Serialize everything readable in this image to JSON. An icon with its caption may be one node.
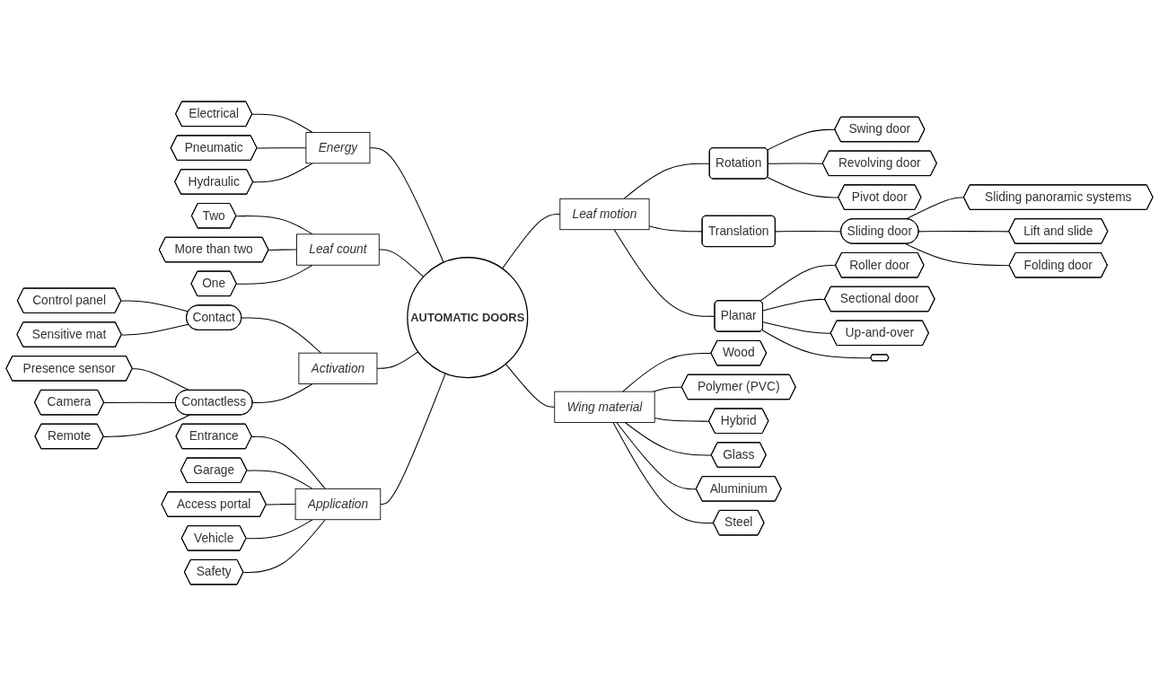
{
  "diagram": {
    "nodes": [
      {
        "text": [
          "AUTOMATIC DOORS"
        ]
      },
      {
        "text": [
          "Energy"
        ]
      },
      {
        "text": [
          "Electrical"
        ]
      },
      {
        "text": [
          "Pneumatic"
        ]
      },
      {
        "text": [
          "Hydraulic"
        ]
      },
      {
        "text": [
          "Leaf count"
        ]
      },
      {
        "text": [
          "Two"
        ]
      },
      {
        "text": [
          "More than two"
        ]
      },
      {
        "text": [
          "One"
        ]
      },
      {
        "text": [
          "Leaf motion"
        ]
      },
      {
        "text": [
          "Rotation"
        ]
      },
      {
        "text": [
          "Swing door"
        ]
      },
      {
        "text": [
          "Revolving door"
        ]
      },
      {
        "text": [
          "Pivot door"
        ]
      },
      {
        "text": [
          "Translation"
        ]
      },
      {
        "text": [
          "Sliding door"
        ]
      },
      {
        "text": [
          "Sliding panoramic systems"
        ]
      },
      {
        "text": [
          "Lift and slide"
        ]
      },
      {
        "text": [
          "Folding door"
        ]
      },
      {
        "text": [
          "Planar"
        ]
      },
      {
        "text": [
          "Roller door"
        ]
      },
      {
        "text": [
          "Sectional door"
        ]
      },
      {
        "text": [
          "Up-and-over"
        ]
      },
      {
        "text": [],
        "shape": "octagon"
      },
      {
        "text": [
          "Activation"
        ]
      },
      {
        "text": [
          "Contact"
        ]
      },
      {
        "text": [
          "Control panel"
        ]
      },
      {
        "text": [
          "Sensitive mat"
        ]
      },
      {
        "text": [
          "Contactless"
        ]
      },
      {
        "text": [
          "Presence sensor"
        ]
      },
      {
        "text": [
          "Camera"
        ]
      },
      {
        "text": [
          "Remote"
        ]
      },
      {
        "text": [
          "Application"
        ]
      },
      {
        "text": [
          "Entrance"
        ]
      },
      {
        "text": [
          "Garage"
        ]
      },
      {
        "text": [
          "Access portal"
        ]
      },
      {
        "text": [
          "Vehicle"
        ]
      },
      {
        "text": [
          "Safety"
        ]
      },
      {
        "text": [
          "Wing material"
        ]
      },
      {
        "text": [
          "Wood"
        ]
      },
      {
        "text": [
          "Polymer (PVC)"
        ]
      },
      {
        "text": [
          "Hybrid"
        ]
      },
      {
        "text": [
          "Glass"
        ]
      },
      {
        "text": [
          "Aluminium"
        ]
      },
      {
        "text": [
          "Steel"
        ]
      }
    ],
    "edges": [
      {
        "from": 0,
        "to": 1,
        "arrow": "none"
      },
      {
        "from": 1,
        "to": 2,
        "arrow": "none"
      },
      {
        "from": 1,
        "to": 3,
        "arrow": "none"
      },
      {
        "from": 1,
        "to": 4,
        "arrow": "none"
      },
      {
        "from": 0,
        "to": 5,
        "arrow": "none"
      },
      {
        "from": 5,
        "to": 6,
        "arrow": "none"
      },
      {
        "from": 5,
        "to": 7,
        "arrow": "none"
      },
      {
        "from": 5,
        "to": 8,
        "arrow": "none"
      },
      {
        "from": 0,
        "to": 9,
        "arrow": "none"
      },
      {
        "from": 9,
        "to": 10,
        "arrow": "none"
      },
      {
        "from": 10,
        "to": 11,
        "arrow": "none"
      },
      {
        "from": 10,
        "to": 12,
        "arrow": "none"
      },
      {
        "from": 10,
        "to": 13,
        "arrow": "none"
      },
      {
        "from": 9,
        "to": 14,
        "arrow": "none"
      },
      {
        "from": 14,
        "to": 15,
        "arrow": "none"
      },
      {
        "from": 15,
        "to": 16,
        "arrow": "none"
      },
      {
        "from": 15,
        "to": 17,
        "arrow": "none"
      },
      {
        "from": 15,
        "to": 18,
        "arrow": "none"
      },
      {
        "from": 9,
        "to": 19,
        "arrow": "none"
      },
      {
        "from": 19,
        "to": 20,
        "arrow": "none"
      },
      {
        "from": 19,
        "to": 21,
        "arrow": "none"
      },
      {
        "from": 19,
        "to": 22,
        "arrow": "none"
      },
      {
        "from": 19,
        "to": 23,
        "arrow": "none"
      },
      {
        "from": 0,
        "to": 24,
        "arrow": "none"
      },
      {
        "from": 24,
        "to": 25,
        "arrow": "none"
      },
      {
        "from": 25,
        "to": 26,
        "arrow": "none"
      },
      {
        "from": 25,
        "to": 27,
        "arrow": "none"
      },
      {
        "from": 24,
        "to": 28,
        "arrow": "none"
      },
      {
        "from": 28,
        "to": 29,
        "arrow": "none"
      },
      {
        "from": 28,
        "to": 30,
        "arrow": "none"
      },
      {
        "from": 28,
        "to": 31,
        "arrow": "none"
      },
      {
        "from": 0,
        "to": 32,
        "arrow": "none"
      },
      {
        "from": 32,
        "to": 33,
        "arrow": "none"
      },
      {
        "from": 32,
        "to": 34,
        "arrow": "none"
      },
      {
        "from": 32,
        "to": 35,
        "arrow": "none"
      },
      {
        "from": 32,
        "to": 36,
        "arrow": "none"
      },
      {
        "from": 32,
        "to": 37,
        "arrow": "none"
      },
      {
        "from": 0,
        "to": 38,
        "arrow": "none"
      },
      {
        "from": 38,
        "to": 39,
        "arrow": "none"
      },
      {
        "from": 38,
        "to": 40,
        "arrow": "none"
      },
      {
        "from": 38,
        "to": 41,
        "arrow": "none"
      },
      {
        "from": 38,
        "to": 42,
        "arrow": "none"
      },
      {
        "from": 38,
        "to": 43,
        "arrow": "none"
      },
      {
        "from": 38,
        "to": 44,
        "arrow": "none"
      }
    ]
  }
}
